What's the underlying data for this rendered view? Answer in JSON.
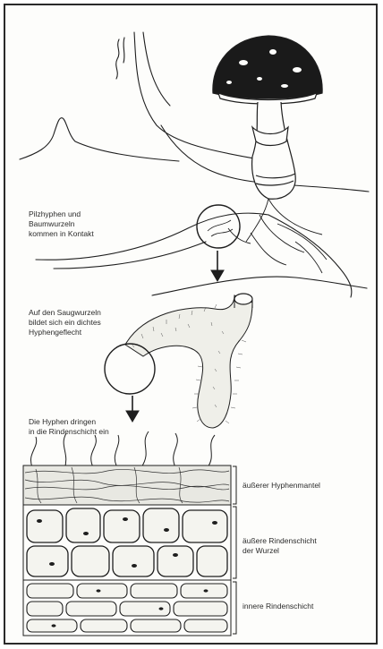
{
  "figure": {
    "captions": {
      "contact": "Pilzhyphen und\nBaumwurzeln\nkommen in Kontakt",
      "saugwurzeln": "Auf den Saugwurzeln\nbildet sich ein dichtes\nHyphengeflecht",
      "dringen": "Die Hyphen dringen\nin die Rindenschicht ein"
    },
    "tissue_labels": {
      "outer_mantle": "äußerer Hyphenmantel",
      "outer_cortex": "äußere Rindenschicht\nder Wurzel",
      "inner_cortex": "innere Rindenschicht"
    },
    "colors": {
      "ink": "#1e1e1e",
      "cap": "#1a1a1a",
      "paper": "#fdfdfb"
    }
  }
}
